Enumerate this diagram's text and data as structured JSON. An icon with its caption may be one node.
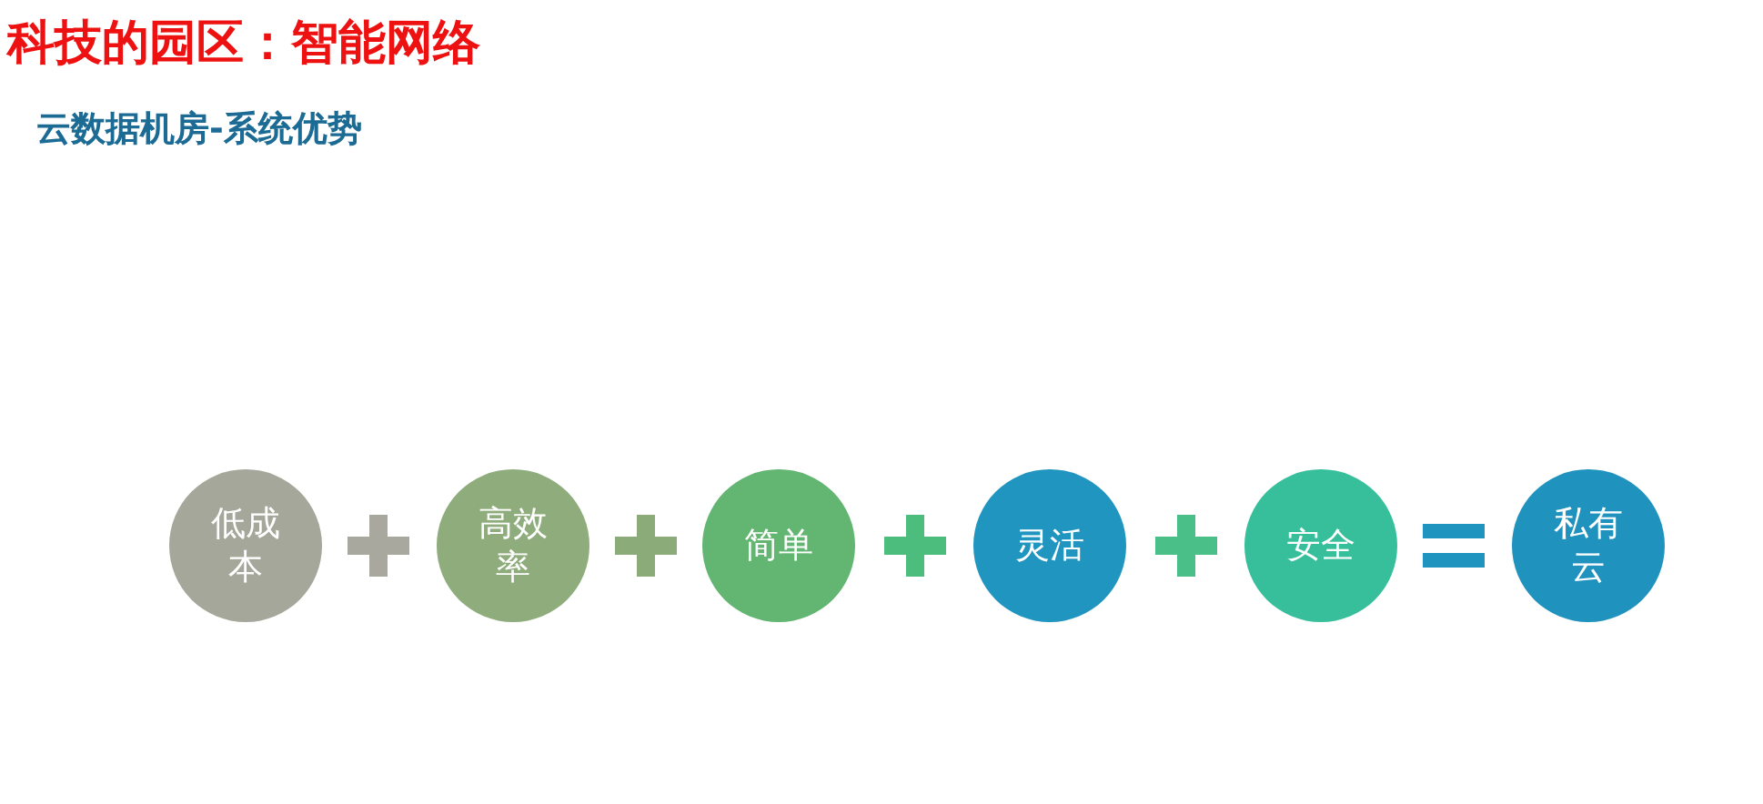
{
  "diagram": {
    "title": "科技的园区：智能网络",
    "caption": "云数据机房-系统优势",
    "nodes": [
      {
        "text": [
          "低成本"
        ]
      },
      {
        "text": [
          "高效率"
        ]
      },
      {
        "text": [
          "简单"
        ]
      },
      {
        "text": [
          "灵活"
        ]
      },
      {
        "text": [
          "安全"
        ]
      },
      {
        "text": [
          "私有云"
        ]
      }
    ]
  }
}
